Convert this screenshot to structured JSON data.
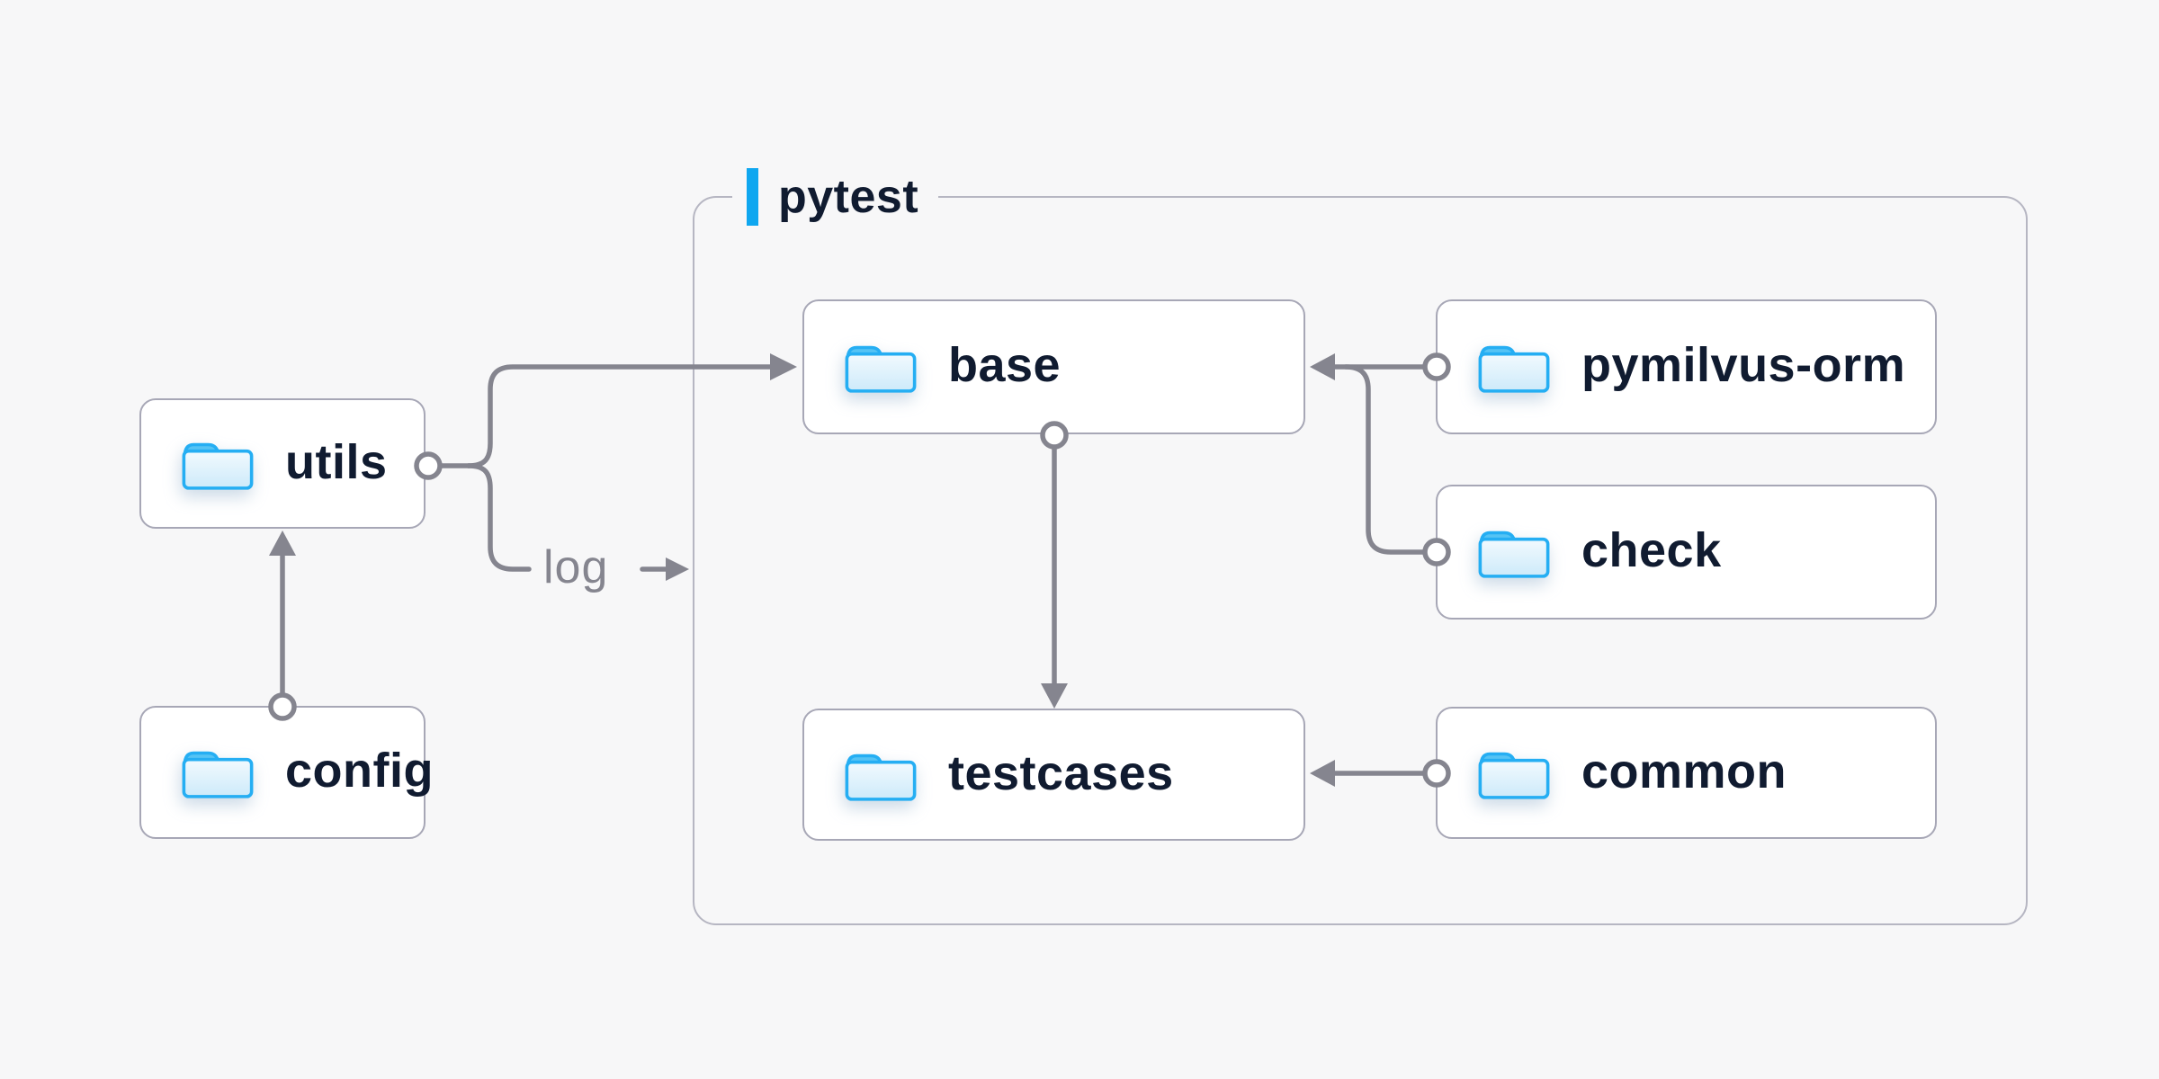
{
  "container": {
    "label": "pytest"
  },
  "nodes": {
    "utils": {
      "label": "utils",
      "icon": "folder-icon"
    },
    "config": {
      "label": "config",
      "icon": "folder-icon"
    },
    "base": {
      "label": "base",
      "icon": "folder-icon"
    },
    "pymilvus_orm": {
      "label": "pymilvus-orm",
      "icon": "folder-icon"
    },
    "check": {
      "label": "check",
      "icon": "folder-icon"
    },
    "testcases": {
      "label": "testcases",
      "icon": "folder-icon"
    },
    "common": {
      "label": "common",
      "icon": "folder-icon"
    }
  },
  "annotations": {
    "log": "log"
  },
  "edges": [
    {
      "from": "config",
      "to": "utils"
    },
    {
      "from": "utils",
      "to": "base"
    },
    {
      "from": "utils",
      "to": "log",
      "note": "log output arrow into pytest container"
    },
    {
      "from": "pymilvus-orm",
      "to": "base"
    },
    {
      "from": "check",
      "to": "base"
    },
    {
      "from": "base",
      "to": "testcases"
    },
    {
      "from": "common",
      "to": "testcases"
    }
  ],
  "colors": {
    "background": "#f7f7f8",
    "node_fill": "#ffffff",
    "node_border": "#a7a7b6",
    "container_border": "#b6b6c2",
    "connector": "#85858f",
    "accent_blue": "#0fa7f0",
    "text": "#101b30",
    "log_text": "#85858f",
    "folder_outline": "#25aef3",
    "folder_tab": "#55c3f4",
    "folder_body_top": "#f2fafe",
    "folder_body_bottom": "#cdeafa"
  }
}
